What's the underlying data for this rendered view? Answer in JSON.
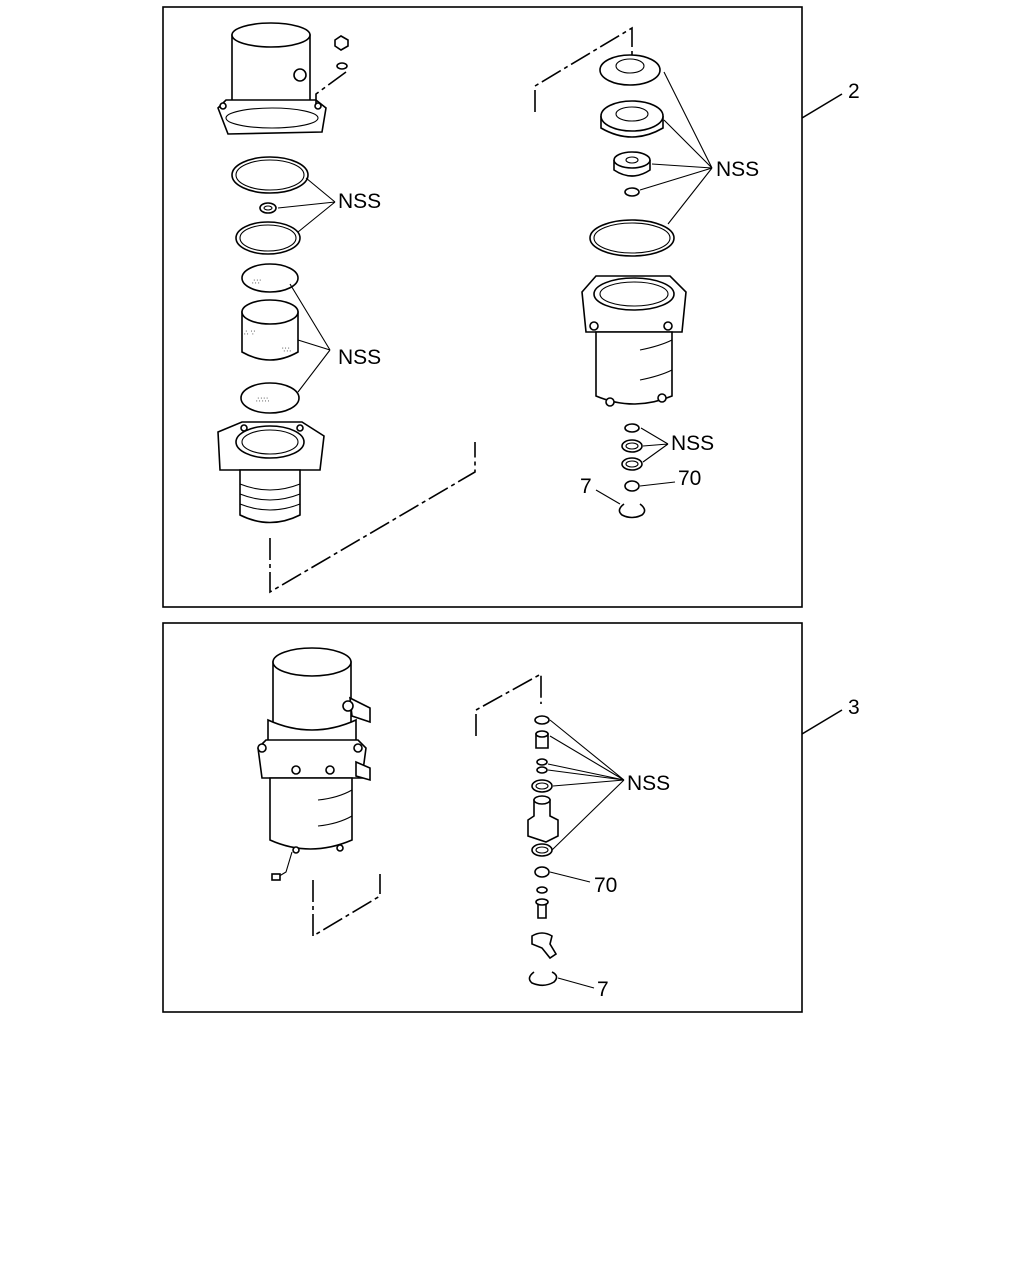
{
  "diagram": {
    "panels": [
      {
        "callout": "2",
        "labels": {
          "nss_a": "NSS",
          "nss_b": "NSS",
          "nss_c": "NSS",
          "nss_d": "NSS",
          "ref_70": "70",
          "ref_7": "7"
        }
      },
      {
        "callout": "3",
        "labels": {
          "nss_a": "NSS",
          "ref_70": "70",
          "ref_7": "7"
        }
      }
    ]
  }
}
